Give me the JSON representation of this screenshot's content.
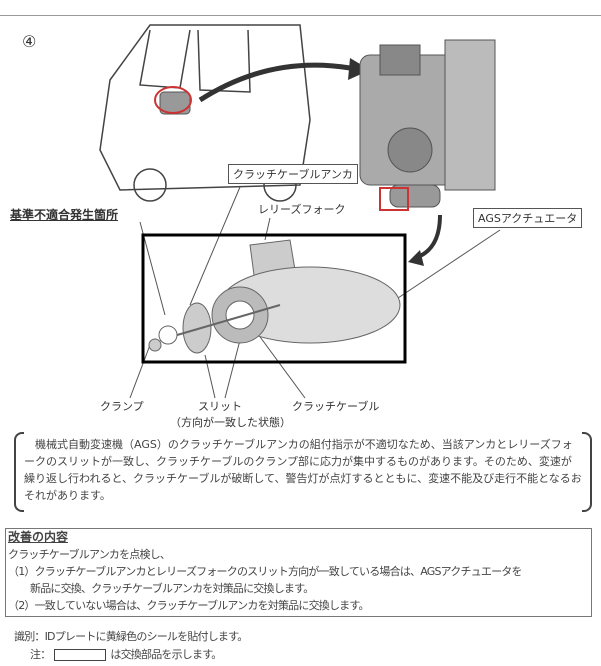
{
  "figure": {
    "step_marker": "④",
    "labels": {
      "anchor": "クラッチケーブルアンカ",
      "release_fork": "レリーズフォーク",
      "defect_location": "基準不適合発生箇所",
      "actuator": "AGSアクチュエータ",
      "clamp": "クランプ",
      "slit": "スリット",
      "slit_note": "（方向が一致した状態）",
      "clutch_cable": "クラッチケーブル"
    }
  },
  "description": "機械式自動変速機（AGS）のクラッチケーブルアンカの組付指示が不適切なため、当該アンカとレリーズフォークのスリットが一致し、クラッチケーブルのクランプ部に応力が集中するものがあります。そのため、変速が繰り返し行われると、クラッチケーブルが破断して、警告灯が点灯するとともに、変速不能及び走行不能となるおそれがあります。",
  "remedy": {
    "title": "改善の内容",
    "lines": [
      "クラッチケーブルアンカを点検し、",
      "（1）クラッチケーブルアンカとレリーズフォークのスリット方向が一致している場合は、AGSアクチュエータを",
      "新品に交換、クラッチケーブルアンカを対策品に交換します。",
      "（2）一致していない場合は、クラッチケーブルアンカを対策品に交換します。"
    ]
  },
  "identification": "識別：IDプレートに黄緑色のシールを貼付します。",
  "note": {
    "prefix": "注：",
    "suffix": "は交換部品を示します。"
  }
}
